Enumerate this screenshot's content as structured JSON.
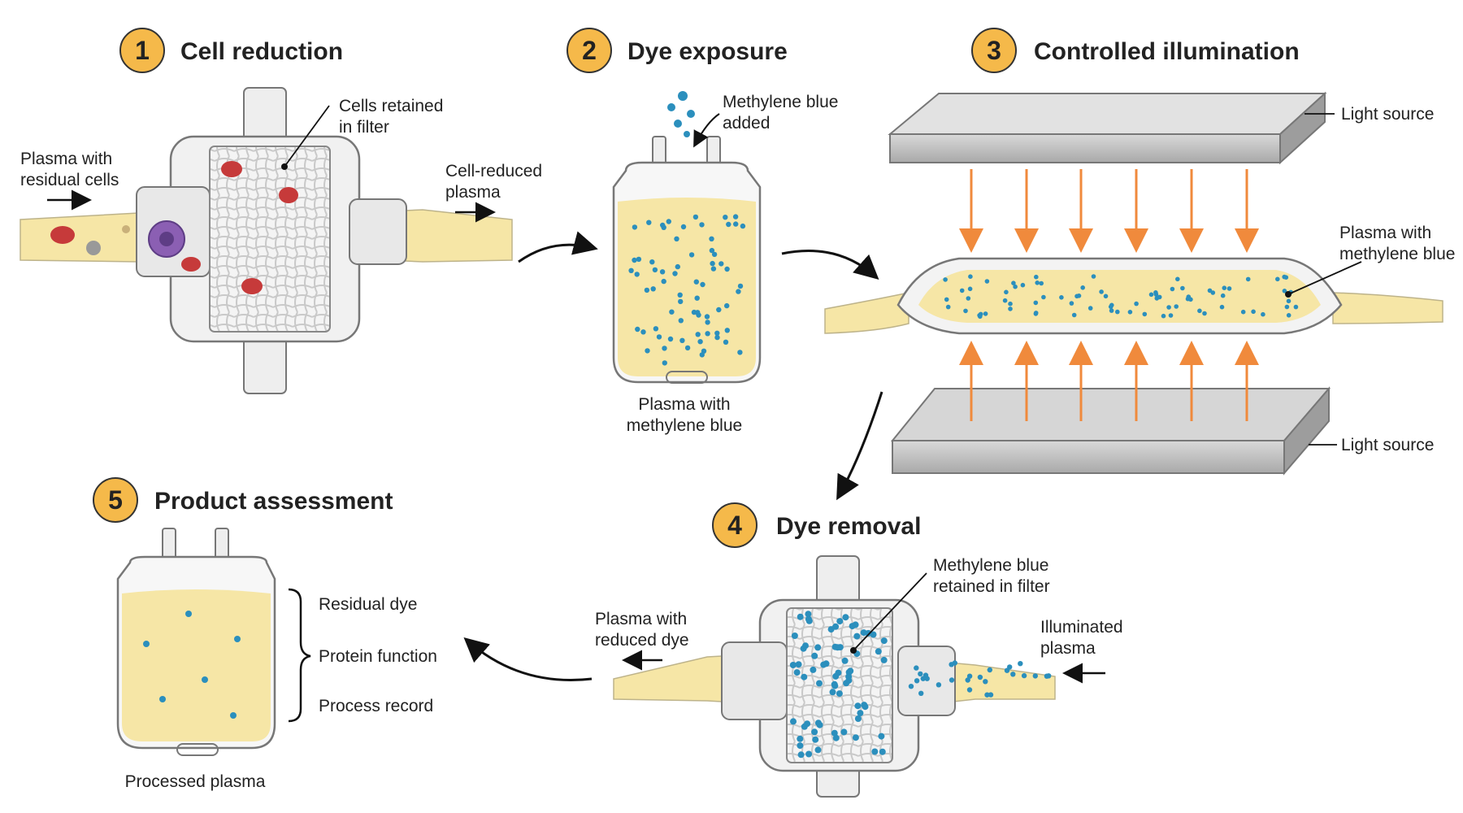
{
  "steps": [
    {
      "number": "1",
      "title": "Cell reduction"
    },
    {
      "number": "2",
      "title": "Dye exposure"
    },
    {
      "number": "3",
      "title": "Controlled illumination"
    },
    {
      "number": "4",
      "title": "Dye removal"
    },
    {
      "number": "5",
      "title": "Product assessment"
    }
  ],
  "step1": {
    "input_label": [
      "Plasma with",
      "residual cells"
    ],
    "filter_label": [
      "Cells retained",
      "in filter"
    ],
    "output_label": [
      "Cell-reduced",
      "plasma"
    ]
  },
  "step2": {
    "added_label": [
      "Methylene blue",
      "added"
    ],
    "bag_label": [
      "Plasma with",
      "methylene blue"
    ]
  },
  "step3": {
    "top_light": "Light source",
    "bottom_light": "Light source",
    "bag_label": [
      "Plasma with",
      "methylene blue"
    ]
  },
  "step4": {
    "filter_label": [
      "Methylene blue",
      "retained in filter"
    ],
    "input_label": [
      "Illuminated",
      "plasma"
    ],
    "output_label": [
      "Plasma with",
      "reduced dye"
    ]
  },
  "step5": {
    "checks": [
      "Residual dye",
      "Protein function",
      "Process record"
    ],
    "bag_label": "Processed plasma"
  },
  "colors": {
    "plasma": "#f6e6a6",
    "badge": "#f5b94a",
    "arrow_light": "#f08a3c",
    "dye": "#2b8fbd",
    "red_cell": "#c63a3a",
    "white_cell": "#8b5fb3"
  }
}
